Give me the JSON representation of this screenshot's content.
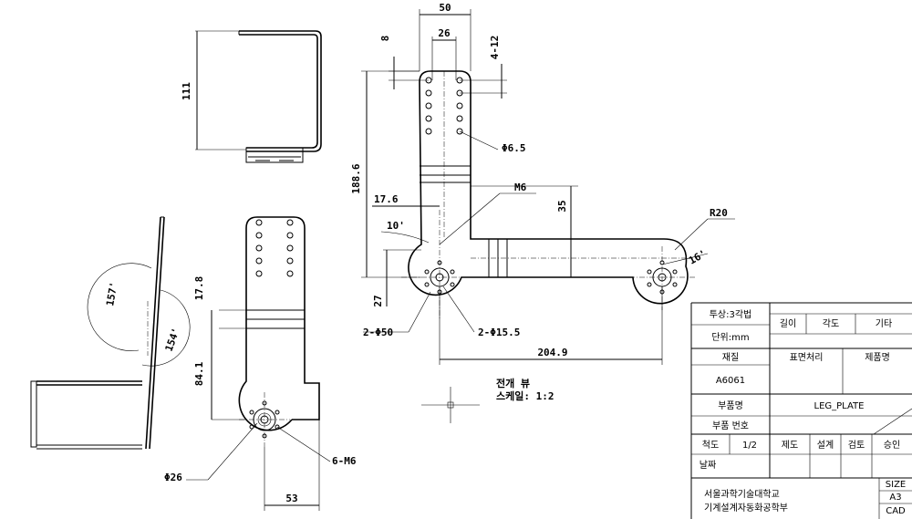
{
  "dimensions": {
    "top_view_height": "111",
    "width_50": "50",
    "width_26": "26",
    "dim_8": "8",
    "dim_4_12": "4-12",
    "dim_188_6": "188.6",
    "hole_dia_6_5": "Φ6.5",
    "dim_17_6_top": "17.6",
    "angle_10": "10'",
    "thread_m6": "M6",
    "dim_35": "35",
    "radius_r20": "R20",
    "angle_16": "16'",
    "dim_27": "27",
    "dia_2_50": "2-Φ50",
    "dia_2_15_5": "2-Φ15.5",
    "dim_204_9": "204.9",
    "angle_157": "157'",
    "angle_154": "154'",
    "dim_17_8": "17.8",
    "dim_84_1": "84.1",
    "dia_26": "Φ26",
    "thread_6_m6": "6-M6",
    "dim_53": "53"
  },
  "notes": {
    "flat_view": "전개 뷰",
    "scale": "스케일: 1:2"
  },
  "title_block": {
    "projection": "투상:3각법",
    "unit": "단위:mm",
    "tol_length": "길이",
    "tol_angle": "각도",
    "tol_other": "기타",
    "material_label": "재질",
    "finish_label": "표면처리",
    "product_label": "제품명",
    "material_value": "A6061",
    "part_name_label": "부품명",
    "part_name_value": "LEG_PLATE",
    "part_no_label": "부품 번호",
    "scale_label": "척도",
    "scale_value": "1/2",
    "drawn": "제도",
    "design": "설계",
    "check": "검토",
    "approve": "승인",
    "date_label": "날짜",
    "school": "서울과학기술대학교",
    "department": "기계설계자동화공학부",
    "size_label": "SIZE",
    "size_value": "A3",
    "cad_label": "CAD"
  }
}
